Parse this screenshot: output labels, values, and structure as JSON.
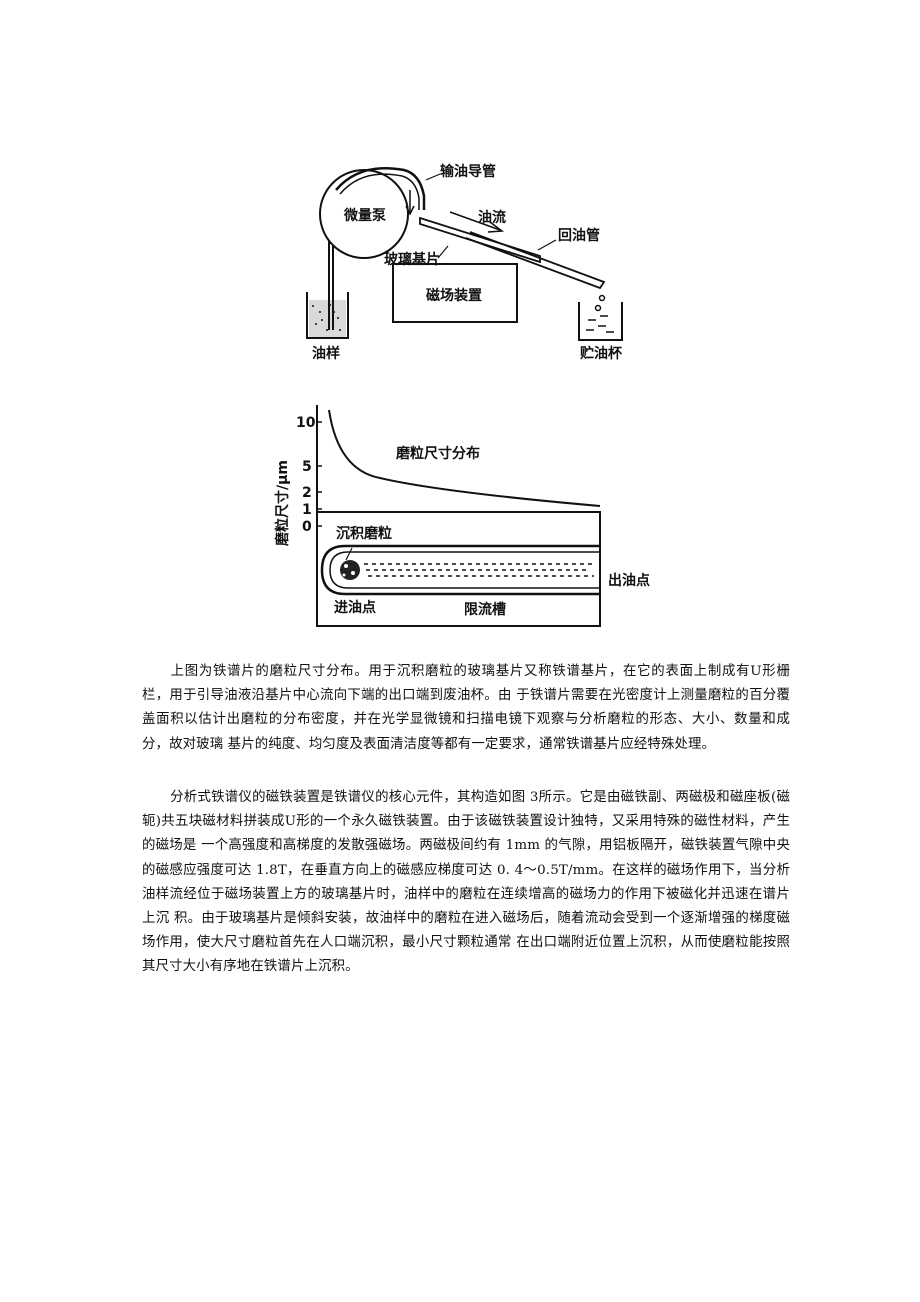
{
  "figure_top": {
    "labels": {
      "pump": "微量泵",
      "oil_delivery_tube": "输油导管",
      "oil_flow": "油流",
      "return_tube": "回油管",
      "glass_substrate": "玻璃基片",
      "magnet": "磁场装置",
      "oil_sample": "油样",
      "oil_cup": "贮油杯"
    }
  },
  "figure_bottom": {
    "y_axis_label": "磨粒尺寸/μm",
    "y_ticks": [
      "10",
      "5",
      "2",
      "1",
      "0"
    ],
    "curve_label": "磨粒尺寸分布",
    "deposit_label": "沉积磨粒",
    "inlet_label": "进油点",
    "outlet_label": "出油点",
    "channel_label": "限流槽"
  },
  "paragraphs": [
    "上图为铁谱片的磨粒尺寸分布。用于沉积磨粒的玻璃基片又称铁谱基片，在它的表面上制成有U形栅栏，用于引导油液沿基片中心流向下端的出口端到废油杯。由 于铁谱片需要在光密度计上测量磨粒的百分覆盖面积以估计出磨粒的分布密度，并在光学显微镜和扫描电镜下观察与分析磨粒的形态、大小、数量和成分，故对玻璃 基片的纯度、均匀度及表面清洁度等都有一定要求，通常铁谱基片应经特殊处理。",
    "分析式铁谱仪的磁铁装置是铁谱仪的核心元件，其构造如图 3所示。它是由磁铁副、两磁极和磁座板(磁轭)共五块磁材料拼装成U形的一个永久磁铁装置。由于该磁铁装置设计独特，又采用特殊的磁性材料，产生的磁场是 一个高强度和高梯度的发散强磁场。两磁极间约有 1mm 的气隙，用铝板隔开，磁铁装置气隙中央的磁感应强度可达 1.8T，在垂直方向上的磁感应梯度可达 0. 4～0.5T/mm。在这样的磁场作用下，当分析油样流经位于磁场装置上方的玻璃基片时，油样中的磨粒在连续增高的磁场力的作用下被磁化并迅速在谱片上沉 积。由于玻璃基片是倾斜安装，故油样中的磨粒在进入磁场后，随着流动会受到一个逐渐增强的梯度磁场作用，使大尺寸磨粒首先在人口端沉积，最小尺寸颗粒通常 在出口端附近位置上沉积，从而使磨粒能按照其尺寸大小有序地在铁谱片上沉积。"
  ]
}
